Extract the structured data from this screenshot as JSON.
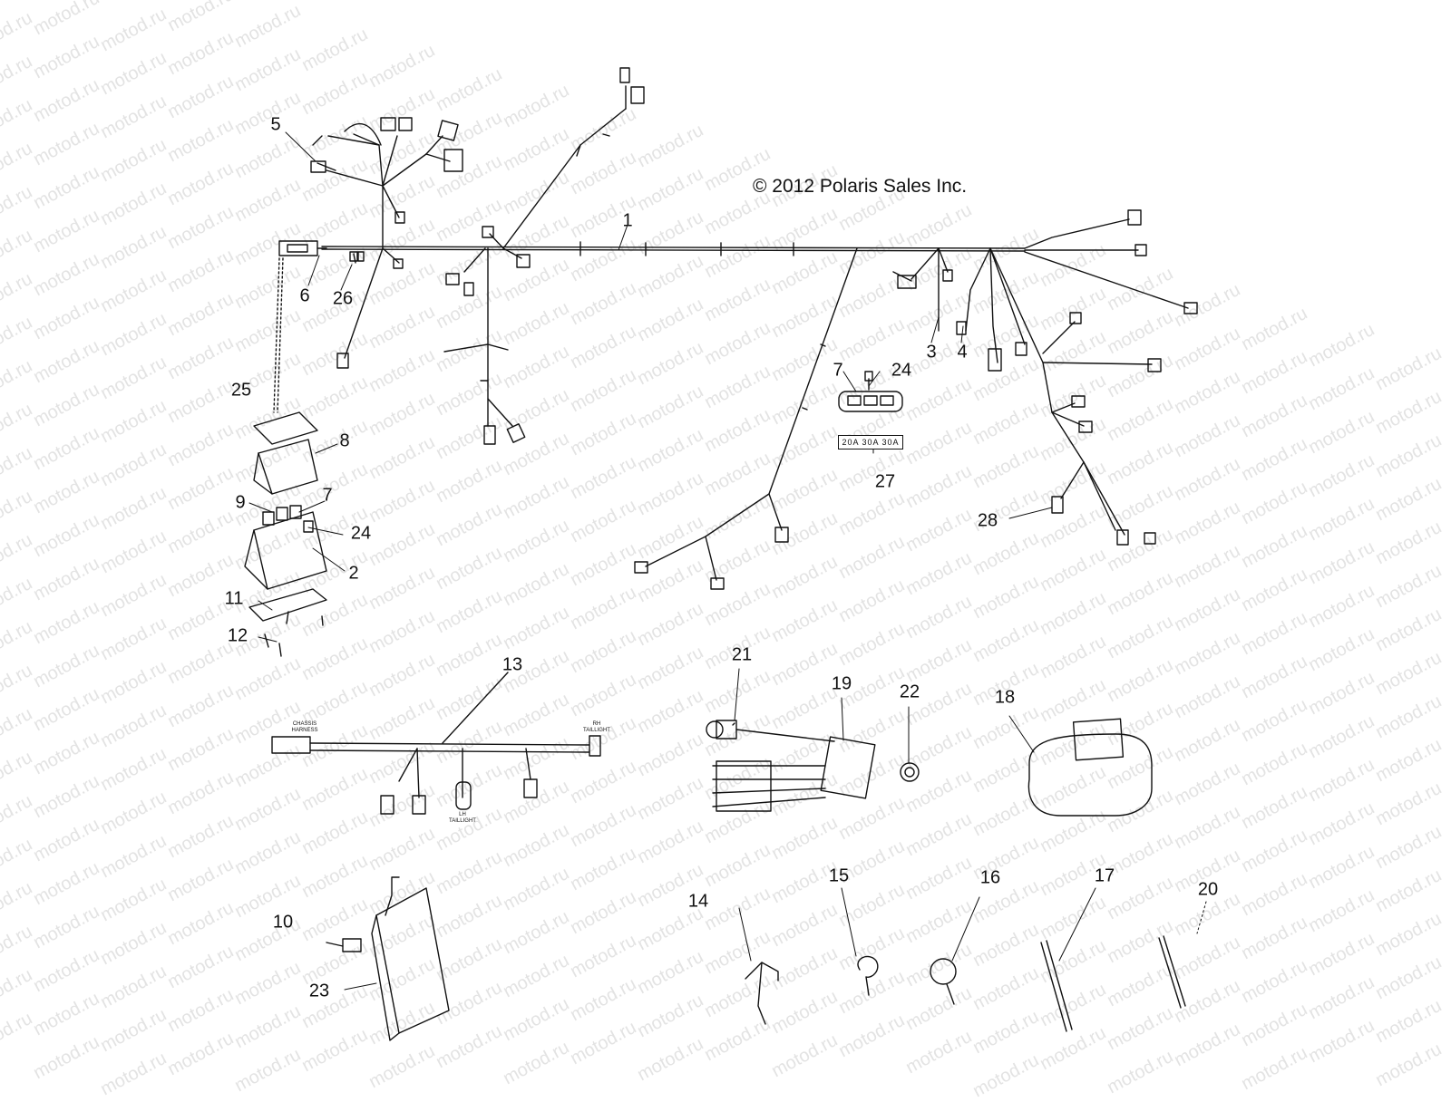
{
  "watermark": "motod.ru",
  "copyright": "© 2012 Polaris Sales Inc.",
  "fuse_label": "20A 30A 30A",
  "part_numbers": [
    "1",
    "2",
    "3",
    "4",
    "5",
    "6",
    "7",
    "7",
    "8",
    "9",
    "10",
    "11",
    "12",
    "13",
    "14",
    "15",
    "16",
    "17",
    "18",
    "19",
    "20",
    "21",
    "22",
    "23",
    "24",
    "24",
    "25",
    "26",
    "27",
    "28"
  ],
  "connector_labels": {
    "chassis_harness": "CHASSIS\nHARNESS",
    "rh_taillight": "RH\nTAILLIGHT",
    "lh_taillight": "LH\nTAILLIGHT"
  }
}
